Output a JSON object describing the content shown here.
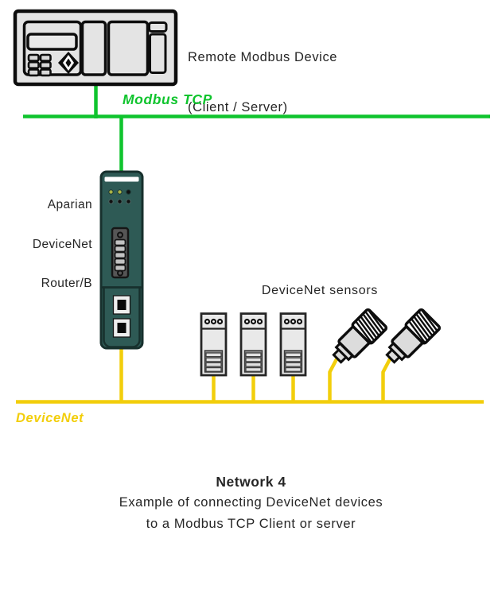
{
  "colors": {
    "modbus_green": "#0fc42d",
    "devicenet_yellow": "#f2ce0b",
    "router_teal": "#2e5a55",
    "router_outline": "#17302d",
    "device_gray": "#e4e4e4",
    "outline_black": "#0d0d0d"
  },
  "labels": {
    "remote_device_line1": "Remote Modbus Device",
    "remote_device_line2": "(Client / Server)",
    "modbus_bus": "Modbus TCP",
    "router_line1": "Aparian",
    "router_line2": "DeviceNet",
    "router_line3": "Router/B",
    "sensors": "DeviceNet sensors",
    "devicenet_bus": "DeviceNet"
  },
  "caption": {
    "title": "Network 4",
    "line1": "Example of connecting DeviceNet devices",
    "line2": "to a Modbus TCP Client or server"
  }
}
